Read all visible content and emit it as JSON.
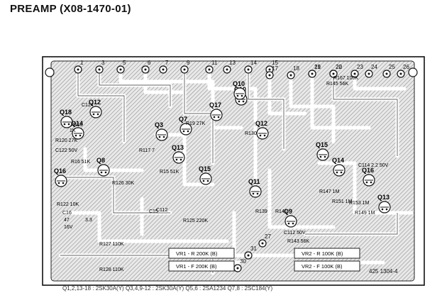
{
  "title": "PREAMP (X08-1470-01)",
  "pcb_code": "425 1304-4",
  "footer_note": "Q1,2,13-18 : 2SK30A(Y)  Q3,4,9-12 : 2SK30A(Y)  Q5,6 : 2SA1234  Q7,8 : 2SC184(Y)",
  "terminals": [
    {
      "label": "1"
    },
    {
      "label": "3"
    },
    {
      "label": "5"
    },
    {
      "label": "6"
    },
    {
      "label": "7"
    },
    {
      "label": "9"
    },
    {
      "label": "11"
    },
    {
      "label": "13"
    },
    {
      "label": "14"
    },
    {
      "label": "15"
    },
    {
      "label": "17"
    },
    {
      "label": "18"
    },
    {
      "label": "19"
    },
    {
      "label": "20"
    },
    {
      "label": "21"
    },
    {
      "label": "22"
    },
    {
      "label": "23"
    },
    {
      "label": "24"
    },
    {
      "label": "25"
    },
    {
      "label": "26"
    },
    {
      "label": "27"
    },
    {
      "label": "31"
    },
    {
      "label": "30"
    }
  ],
  "transistors": [
    {
      "label": "Q18"
    },
    {
      "label": "Q12"
    },
    {
      "label": "Q14"
    },
    {
      "label": "Q16"
    },
    {
      "label": "Q8"
    },
    {
      "label": "Q3"
    },
    {
      "label": "Q7"
    },
    {
      "label": "Q13"
    },
    {
      "label": "Q17"
    },
    {
      "label": "Q15"
    },
    {
      "label": "Q10"
    },
    {
      "label": "Q12"
    },
    {
      "label": "Q11"
    },
    {
      "label": "Q9"
    },
    {
      "label": "Q15"
    },
    {
      "label": "Q14"
    },
    {
      "label": "Q16"
    },
    {
      "label": "Q13"
    },
    {
      "label": "Q10"
    }
  ],
  "components": [
    {
      "label": "C124"
    },
    {
      "label": "R118"
    },
    {
      "label": "1K"
    },
    {
      "label": "R120 27K"
    },
    {
      "label": "C122 50V"
    },
    {
      "label": "R16 51K"
    },
    {
      "label": "R122 10K"
    },
    {
      "label": "C16"
    },
    {
      "label": "47"
    },
    {
      "label": "16V"
    },
    {
      "label": "3.3"
    },
    {
      "label": "R126 30K"
    },
    {
      "label": "C112"
    },
    {
      "label": "R19 27K"
    },
    {
      "label": "R117 7"
    },
    {
      "label": "R15 51K"
    },
    {
      "label": "R125 220K"
    },
    {
      "label": "R127 110K"
    },
    {
      "label": "R128 110K"
    },
    {
      "label": "R130"
    },
    {
      "label": "R145 56K"
    },
    {
      "label": "R147 1M"
    },
    {
      "label": "R151 1M"
    },
    {
      "label": "R153 1M"
    },
    {
      "label": "R149 1M"
    },
    {
      "label": "R143 56K"
    },
    {
      "label": "C112 50V"
    },
    {
      "label": "C114 2.2 50V"
    },
    {
      "label": "R167 100K"
    },
    {
      "label": "R139"
    },
    {
      "label": "C15"
    },
    {
      "label": "R141"
    }
  ],
  "pots": [
    {
      "label": "VR1 - R 200K (B)"
    },
    {
      "label": "VR1 - F 200K (B)"
    },
    {
      "label": "VR2 - R 100K (B)"
    },
    {
      "label": "VR2 - F 100K (B)"
    }
  ]
}
